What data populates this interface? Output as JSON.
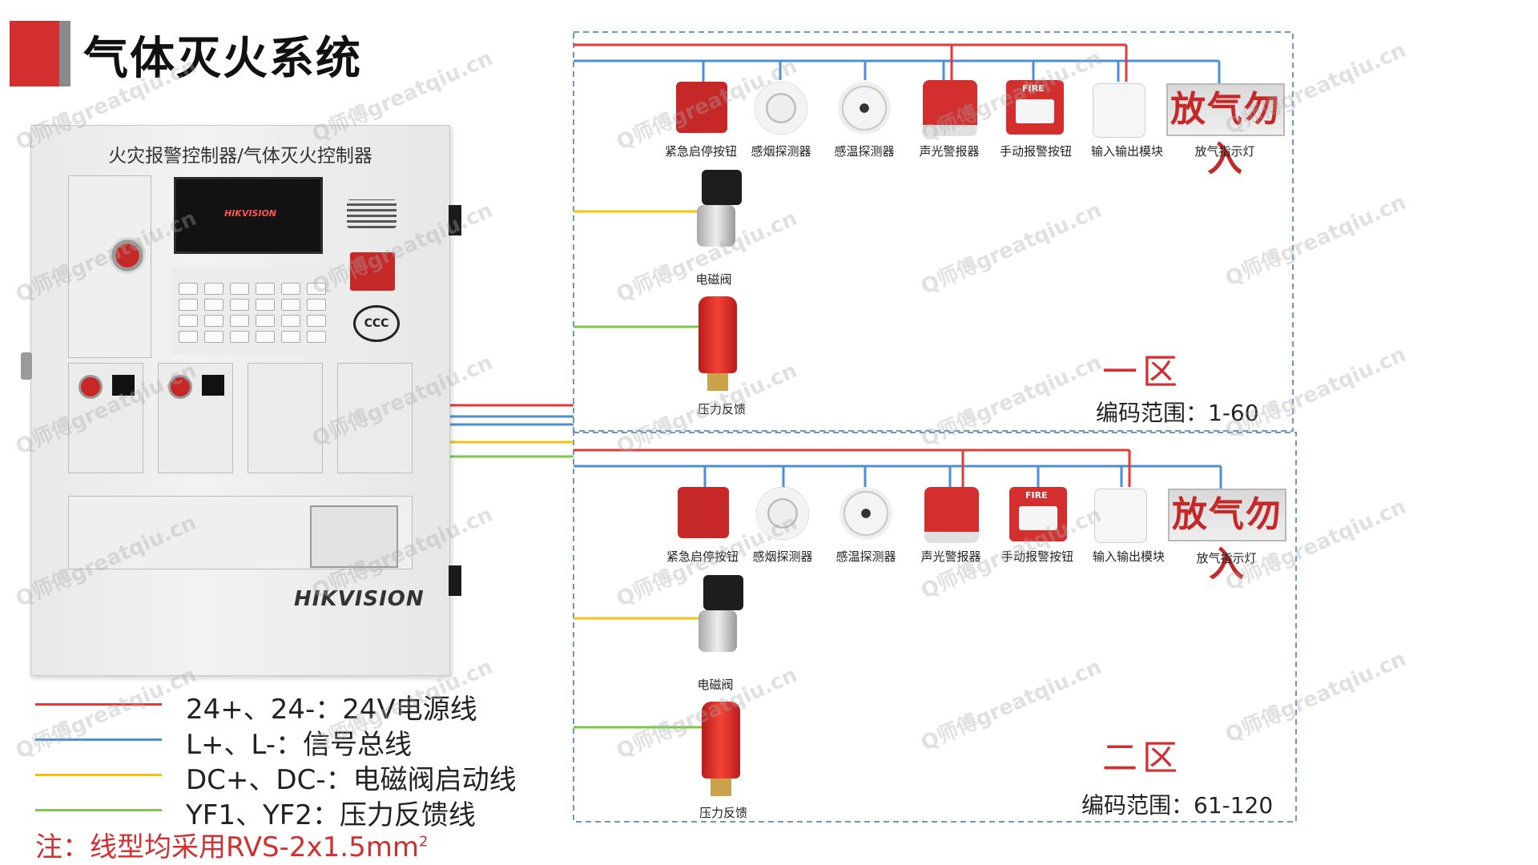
{
  "title": "气体灭火系统",
  "panel": {
    "title": "火灾报警控制器/气体灭火控制器",
    "brand": "HIKVISION",
    "screen_logo": "HIKVISION"
  },
  "devices": [
    {
      "key": "estop",
      "label": "紧急启停按钮"
    },
    {
      "key": "smoke",
      "label": "感烟探测器"
    },
    {
      "key": "heat",
      "label": "感温探测器"
    },
    {
      "key": "alarm",
      "label": "声光警报器"
    },
    {
      "key": "fire",
      "label": "手动报警按钮"
    },
    {
      "key": "io",
      "label": "输入输出模块"
    },
    {
      "key": "sign",
      "label": "放气指示灯"
    }
  ],
  "sign_text": "放气勿入",
  "fire_button_text": "FIRE",
  "valve_label": "电磁阀",
  "pressure_label": "压力反馈",
  "zones": [
    {
      "name": "一区",
      "code": "编码范围：1-60"
    },
    {
      "name": "二区",
      "code": "编码范围：61-120"
    }
  ],
  "legend": [
    {
      "color": "#e53935",
      "text": "24+、24-：24V电源线"
    },
    {
      "color": "#4a90d9",
      "text": "L+、L-：信号总线"
    },
    {
      "color": "#f4c20d",
      "text": "DC+、DC-：电磁阀启动线"
    },
    {
      "color": "#7cc94a",
      "text": "YF1、YF2：压力反馈线"
    }
  ],
  "note": {
    "text": "注：线型均采用RVS-2x1.5mm",
    "sup": "2"
  },
  "watermark": "Q师傅greatqiu.cn",
  "colors": {
    "red_line": "#e53935",
    "blue_line": "#4a90d9",
    "yellow_line": "#f4c20d",
    "green_line": "#7cc94a",
    "dash": "#6e98c4"
  }
}
